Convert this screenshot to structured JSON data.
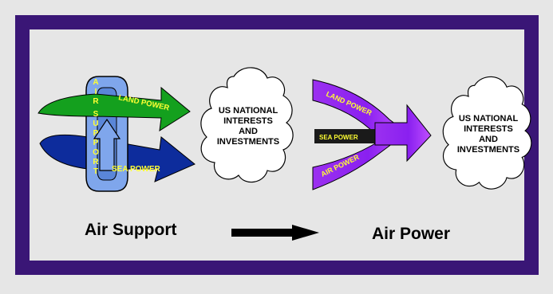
{
  "left_diagram": {
    "vertical_label": "AIR SUPPORT",
    "land_label": "LAND POWER",
    "sea_label": "SEA POWER",
    "cloud_lines": [
      "US NATIONAL",
      "INTERESTS",
      "AND",
      "INVESTMENTS"
    ],
    "caption": "Air Support"
  },
  "right_diagram": {
    "land_label": "LAND POWER",
    "sea_label": "SEA POWER",
    "air_label": "AIR POWER",
    "cloud_lines": [
      "US NATIONAL",
      "INTERESTS",
      "AND",
      "INVESTMENTS"
    ],
    "caption": "Air Power"
  },
  "colors": {
    "frame": "#3a1676",
    "panel": "#e6e6e6",
    "land_arrow": "#14a01e",
    "sea_arrow": "#0d2c9c",
    "air_loop": "#7fa6ec",
    "merge_arrow": "#9b30f0",
    "label_text": "#ffff33"
  }
}
